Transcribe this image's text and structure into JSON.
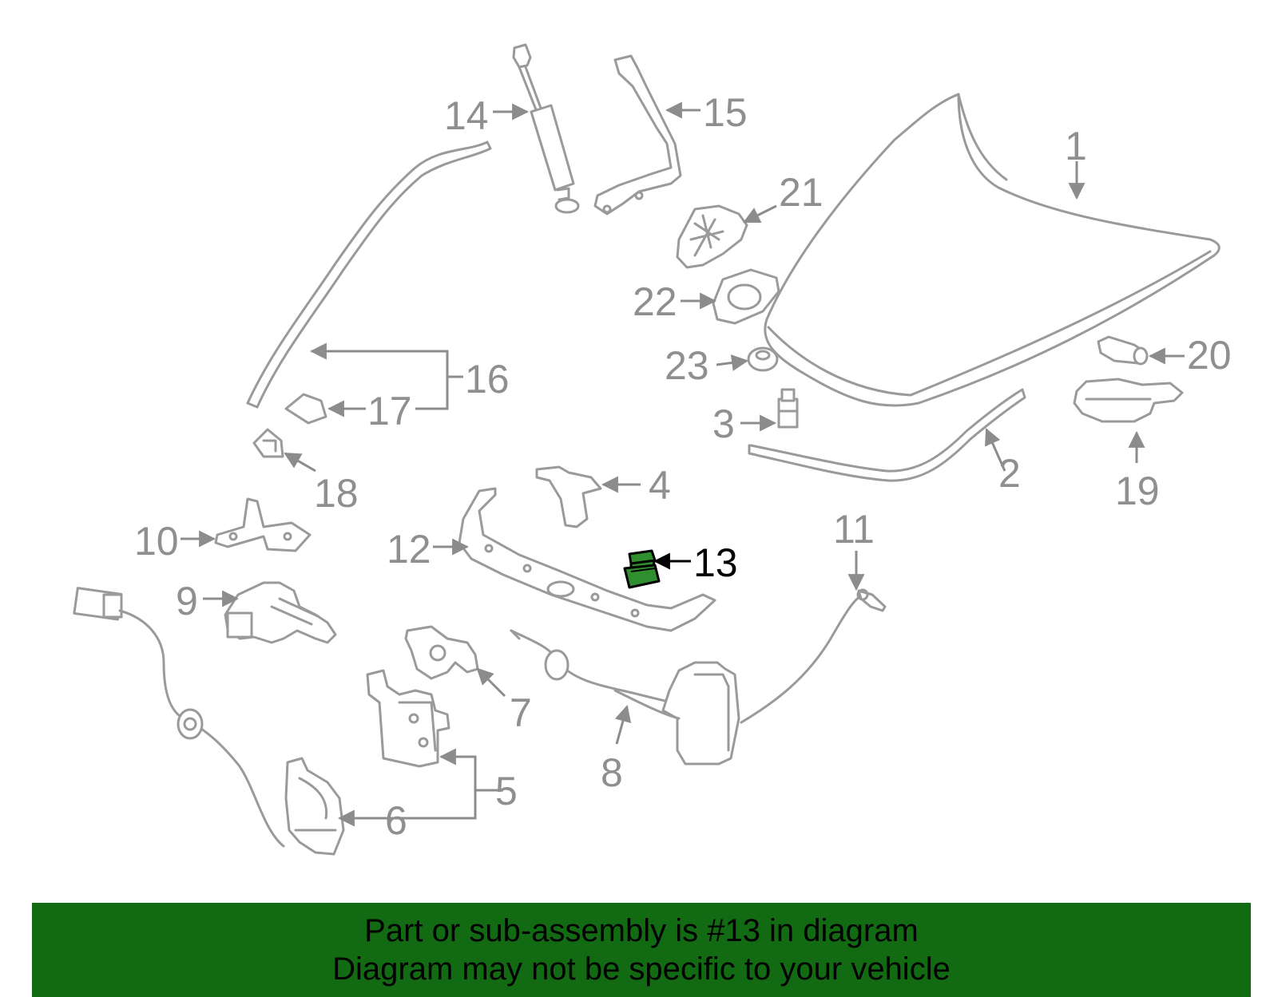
{
  "labels": {
    "p1": "1",
    "p2": "2",
    "p3": "3",
    "p4": "4",
    "p5": "5",
    "p6": "6",
    "p7": "7",
    "p8": "8",
    "p9": "9",
    "p10": "10",
    "p11": "11",
    "p12": "12",
    "p13": "13",
    "p14": "14",
    "p15": "15",
    "p16": "16",
    "p17": "17",
    "p18": "18",
    "p19": "19",
    "p20": "20",
    "p21": "21",
    "p22": "22",
    "p23": "23"
  },
  "highlighted_part": "13",
  "colors": {
    "highlight": "#2f8f2f",
    "banner": "#126b12",
    "linework": "#9a9a9a",
    "label": "#8f8f8f"
  },
  "banner": {
    "line1": "Part or sub-assembly is #13 in diagram",
    "line2": "Diagram may not be specific to your vehicle"
  }
}
